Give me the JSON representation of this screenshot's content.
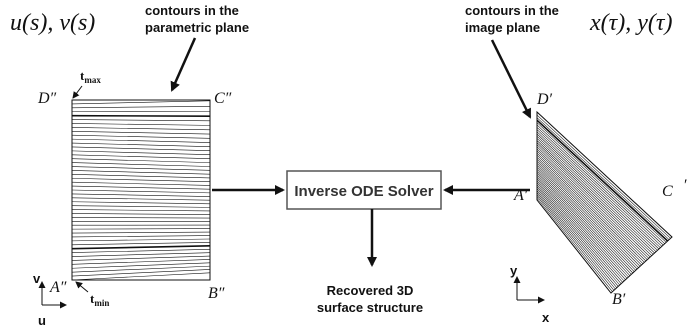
{
  "left_panel": {
    "title_math": "u(s), v(s)",
    "caption_line1": "contours in the",
    "caption_line2": "parametric plane",
    "corner_D": "D″",
    "corner_C": "C″",
    "corner_A": "A″",
    "corner_B": "B″",
    "t_max_base": "t",
    "t_max_sub": "max",
    "t_min_base": "t",
    "t_min_sub": "min",
    "axis_vertical": "v",
    "axis_horizontal": "u"
  },
  "right_panel": {
    "title_math": "x(τ), y(τ)",
    "caption_line1": "contours in the",
    "caption_line2": "image plane",
    "corner_D": "D′",
    "corner_C": "C",
    "corner_C_mark": "′",
    "corner_A": "A′",
    "corner_B": "B′",
    "axis_vertical": "y",
    "axis_horizontal": "x"
  },
  "solver": {
    "label": "Inverse ODE Solver"
  },
  "output": {
    "line1": "Recovered 3D",
    "line2": "surface structure"
  },
  "colors": {
    "ink": "#111111",
    "box_border": "#555555",
    "box_text": "#333333"
  }
}
